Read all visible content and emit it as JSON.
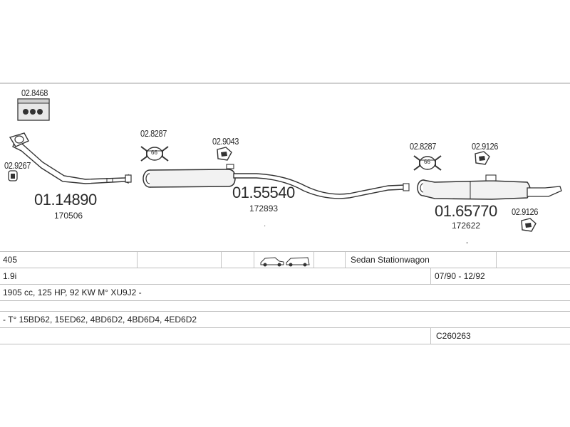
{
  "parts": {
    "bracket_box": "02.8468",
    "front_pipe_clip": "02.9267",
    "front_pipe_code": "01.14890",
    "front_pipe_sub": "170506",
    "clamp_1": "02.8287",
    "clamp_1_label": "66",
    "mount_1": "02.9043",
    "middle_code": "01.55540",
    "middle_sub": "172893",
    "clamp_2": "02.8287",
    "clamp_2_label": "66",
    "mount_2": "02.9126",
    "rear_code": "01.65770",
    "rear_sub": "172622",
    "mount_3": "02.9126"
  },
  "table": {
    "model": "405",
    "body_type": "Sedan  Stationwagon",
    "engine": "1.9i",
    "date_range": "07/90 - 12/92",
    "specs": "1905 cc, 125 HP, 92 KW M° XU9J2 -",
    "types": "- T° 15BD62, 15ED62, 4BD6D2, 4BD6D4, 4ED6D2",
    "catalog_code": "C260263"
  },
  "colors": {
    "line": "#333333",
    "pipe_fill": "#ffffff",
    "muffler_fill": "#f2f2f2",
    "box_fill": "#e8e8e8"
  }
}
